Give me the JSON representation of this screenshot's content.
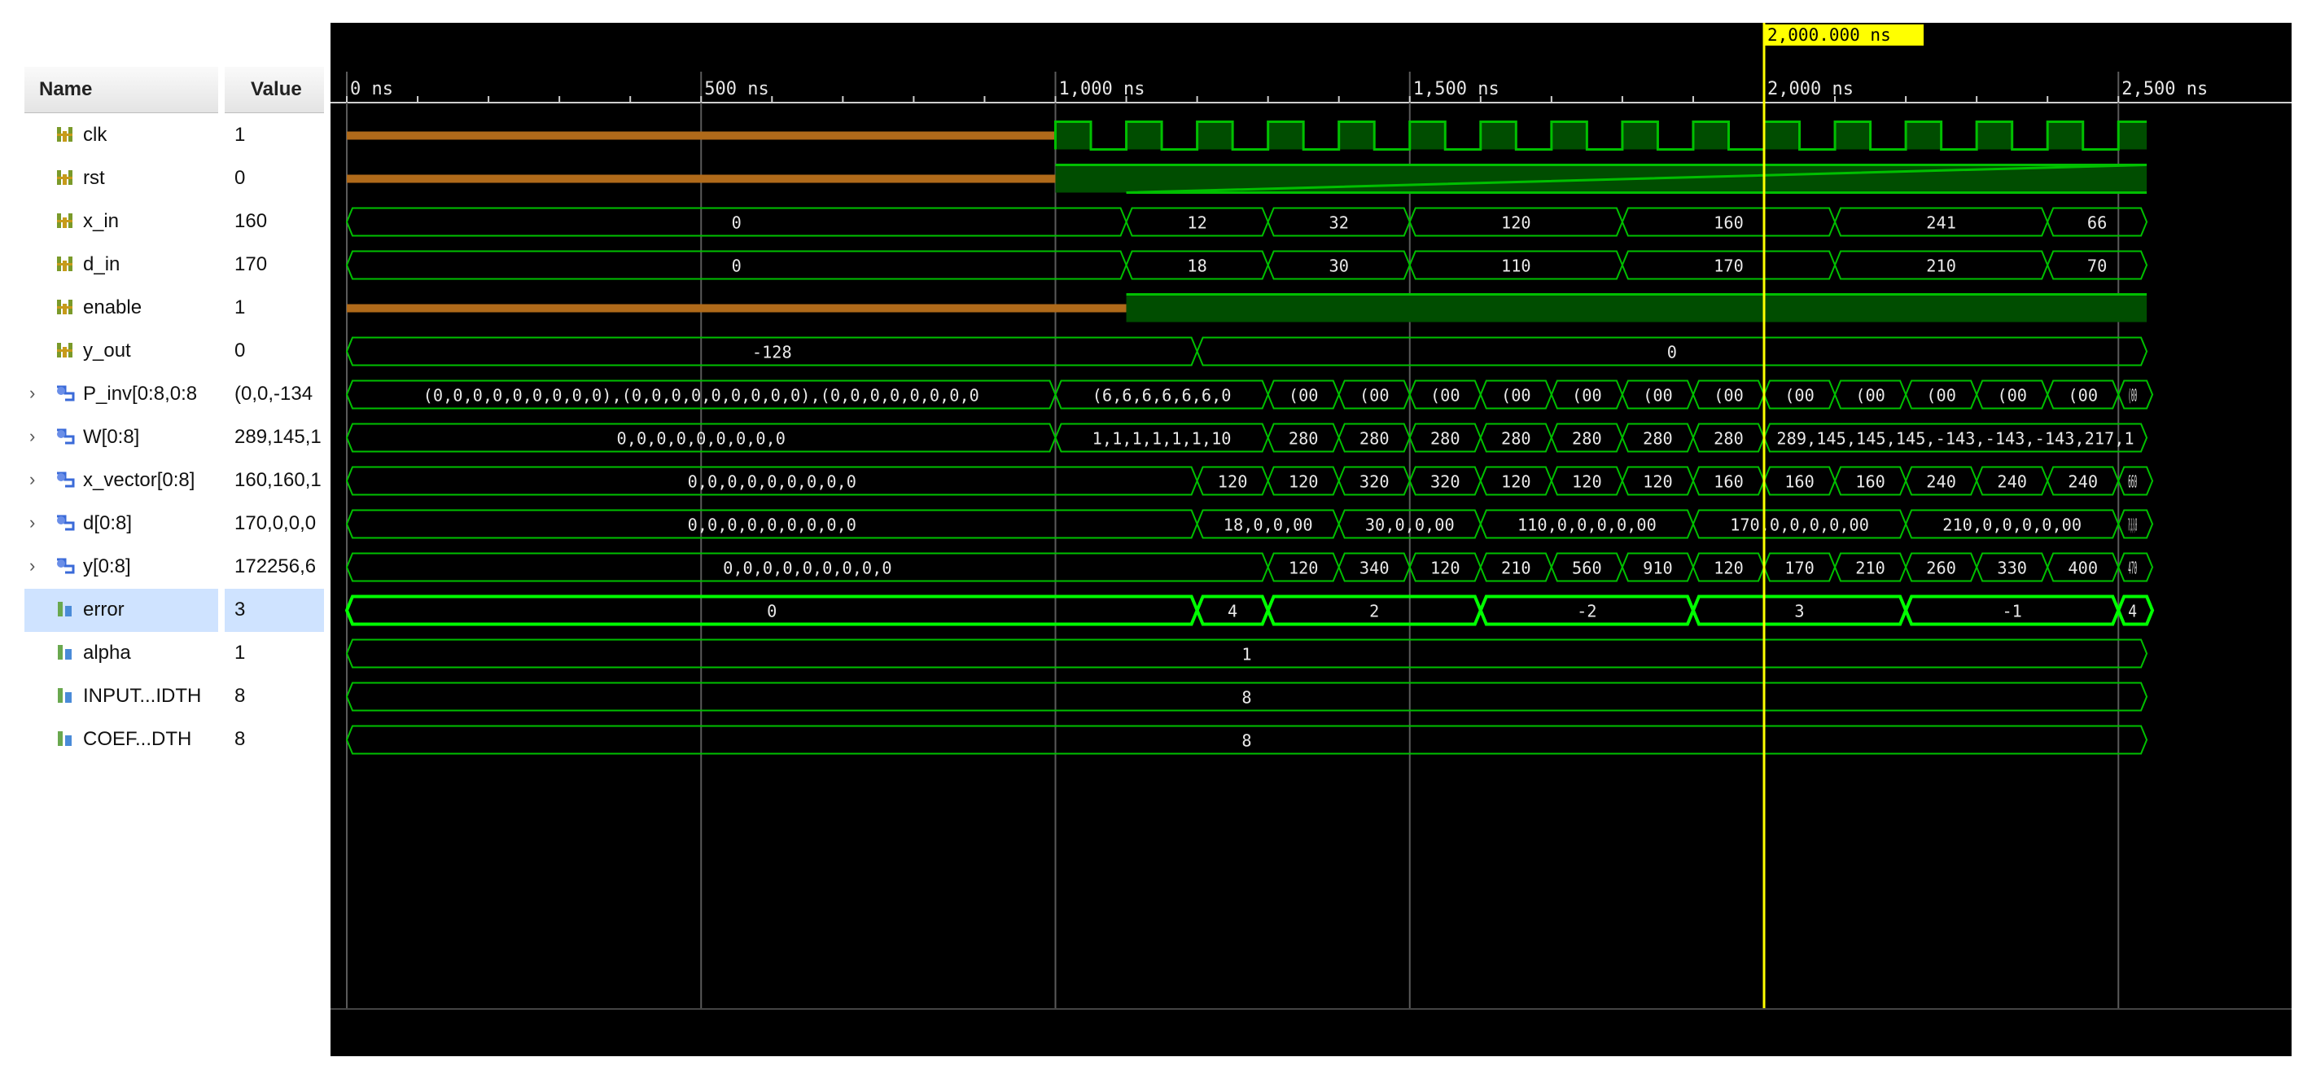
{
  "panel": {
    "name_header": "Name",
    "value_header": "Value"
  },
  "signals": [
    {
      "name": "clk",
      "value": "1",
      "icon": "scalar-signal-icon"
    },
    {
      "name": "rst",
      "value": "0",
      "icon": "scalar-signal-icon"
    },
    {
      "name": "x_in",
      "value": "160",
      "icon": "bus-signal-icon"
    },
    {
      "name": "d_in",
      "value": "170",
      "icon": "bus-signal-icon"
    },
    {
      "name": "enable",
      "value": "1",
      "icon": "scalar-signal-icon"
    },
    {
      "name": "y_out",
      "value": "0",
      "icon": "bus-signal-icon"
    },
    {
      "name": "P_inv[0:8,0:8",
      "value": "(0,0,-134",
      "icon": "array-signal-icon",
      "expand": "›"
    },
    {
      "name": "W[0:8]",
      "value": "289,145,1",
      "icon": "array-signal-icon",
      "expand": "›"
    },
    {
      "name": "x_vector[0:8]",
      "value": "160,160,1",
      "icon": "array-signal-icon",
      "expand": "›"
    },
    {
      "name": "d[0:8]",
      "value": "170,0,0,0",
      "icon": "array-signal-icon",
      "expand": "›"
    },
    {
      "name": "y[0:8]",
      "value": "172256,6",
      "icon": "array-signal-icon",
      "expand": "›"
    },
    {
      "name": "error",
      "value": "3",
      "icon": "parameter-icon",
      "selected": true
    },
    {
      "name": "alpha",
      "value": "1",
      "icon": "parameter-icon"
    },
    {
      "name": "INPUT...IDTH",
      "value": "8",
      "icon": "parameter-icon"
    },
    {
      "name": "COEF...DTH",
      "value": "8",
      "icon": "parameter-icon"
    }
  ],
  "timeline": {
    "cursor_label": "2,000.000 ns",
    "cursor_time_ns": 2000,
    "max_ns": 2540,
    "ticks": [
      {
        "ns": 0,
        "label": "0 ns"
      },
      {
        "ns": 500,
        "label": "500 ns"
      },
      {
        "ns": 1000,
        "label": "1,000 ns"
      },
      {
        "ns": 1500,
        "label": "1,500 ns"
      },
      {
        "ns": 2000,
        "label": "2,000 ns"
      },
      {
        "ns": 2500,
        "label": "2,500 ns"
      }
    ]
  },
  "waves": {
    "clk": {
      "kind": "clock",
      "undefined_until_ns": 1000,
      "period_ns": 100,
      "high_first": true
    },
    "rst": {
      "kind": "bit",
      "segments": [
        {
          "from": 0,
          "to": 1000,
          "val": "X"
        },
        {
          "from": 1000,
          "to": 100000,
          "val": "1"
        },
        {
          "from": 1100,
          "to": 2540,
          "val": "0"
        }
      ]
    },
    "x_in": {
      "kind": "bus",
      "segments": [
        {
          "from": 0,
          "to": 1100,
          "label": "0"
        },
        {
          "from": 1100,
          "to": 1300,
          "label": "12"
        },
        {
          "from": 1300,
          "to": 1500,
          "label": "32"
        },
        {
          "from": 1500,
          "to": 1800,
          "label": "120"
        },
        {
          "from": 1800,
          "to": 2100,
          "label": "160"
        },
        {
          "from": 2100,
          "to": 2400,
          "label": "241"
        },
        {
          "from": 2400,
          "to": 2540,
          "label": "66"
        }
      ]
    },
    "d_in": {
      "kind": "bus",
      "segments": [
        {
          "from": 0,
          "to": 1100,
          "label": "0"
        },
        {
          "from": 1100,
          "to": 1300,
          "label": "18"
        },
        {
          "from": 1300,
          "to": 1500,
          "label": "30"
        },
        {
          "from": 1500,
          "to": 1800,
          "label": "110"
        },
        {
          "from": 1800,
          "to": 2100,
          "label": "170"
        },
        {
          "from": 2100,
          "to": 2400,
          "label": "210"
        },
        {
          "from": 2400,
          "to": 2540,
          "label": "70"
        }
      ]
    },
    "enable": {
      "kind": "bit",
      "segments": [
        {
          "from": 0,
          "to": 1100,
          "val": "X"
        },
        {
          "from": 1100,
          "to": 2540,
          "val": "1"
        }
      ]
    },
    "y_out": {
      "kind": "bus",
      "segments": [
        {
          "from": 0,
          "to": 1200,
          "label": "-128"
        },
        {
          "from": 1200,
          "to": 2540,
          "label": "0"
        }
      ]
    },
    "P_inv": {
      "kind": "bus",
      "segments": [
        {
          "from": 0,
          "to": 1000,
          "label": "(0,0,0,0,0,0,0,0,0),(0,0,0,0,0,0,0,0,0),(0,0,0,0,0,0,0,0"
        },
        {
          "from": 1000,
          "to": 1300,
          "label": "(6,6,6,6,6,6,0"
        },
        {
          "from": 1300,
          "to": 1400,
          "label": "(00"
        },
        {
          "from": 1400,
          "to": 1500,
          "label": "(00"
        },
        {
          "from": 1500,
          "to": 1600,
          "label": "(00"
        },
        {
          "from": 1600,
          "to": 1700,
          "label": "(00"
        },
        {
          "from": 1700,
          "to": 1800,
          "label": "(00"
        },
        {
          "from": 1800,
          "to": 1900,
          "label": "(00"
        },
        {
          "from": 1900,
          "to": 2000,
          "label": "(00"
        },
        {
          "from": 2000,
          "to": 2100,
          "label": "(00"
        },
        {
          "from": 2100,
          "to": 2200,
          "label": "(00"
        },
        {
          "from": 2200,
          "to": 2300,
          "label": "(00"
        },
        {
          "from": 2300,
          "to": 2400,
          "label": "(00"
        },
        {
          "from": 2400,
          "to": 2500,
          "label": "(00"
        },
        {
          "from": 2500,
          "to": 2600,
          "label": "(00"
        }
      ]
    },
    "W": {
      "kind": "bus",
      "segments": [
        {
          "from": 0,
          "to": 1000,
          "label": "0,0,0,0,0,0,0,0,0"
        },
        {
          "from": 1000,
          "to": 1300,
          "label": "1,1,1,1,1,1,10"
        },
        {
          "from": 1300,
          "to": 1400,
          "label": "280"
        },
        {
          "from": 1400,
          "to": 1500,
          "label": "280"
        },
        {
          "from": 1500,
          "to": 1600,
          "label": "280"
        },
        {
          "from": 1600,
          "to": 1700,
          "label": "280"
        },
        {
          "from": 1700,
          "to": 1800,
          "label": "280"
        },
        {
          "from": 1800,
          "to": 1900,
          "label": "280"
        },
        {
          "from": 1900,
          "to": 2000,
          "label": "280"
        },
        {
          "from": 2000,
          "to": 2540,
          "label": "289,145,145,145,-143,-143,-143,217,1"
        }
      ]
    },
    "x_vector": {
      "kind": "bus",
      "segments": [
        {
          "from": 0,
          "to": 1200,
          "label": "0,0,0,0,0,0,0,0,0"
        },
        {
          "from": 1200,
          "to": 1300,
          "label": "120"
        },
        {
          "from": 1300,
          "to": 1400,
          "label": "120"
        },
        {
          "from": 1400,
          "to": 1500,
          "label": "320"
        },
        {
          "from": 1500,
          "to": 1600,
          "label": "320"
        },
        {
          "from": 1600,
          "to": 1700,
          "label": "120"
        },
        {
          "from": 1700,
          "to": 1800,
          "label": "120"
        },
        {
          "from": 1800,
          "to": 1900,
          "label": "120"
        },
        {
          "from": 1900,
          "to": 2000,
          "label": "160"
        },
        {
          "from": 2000,
          "to": 2100,
          "label": "160"
        },
        {
          "from": 2100,
          "to": 2200,
          "label": "160"
        },
        {
          "from": 2200,
          "to": 2300,
          "label": "240"
        },
        {
          "from": 2300,
          "to": 2400,
          "label": "240"
        },
        {
          "from": 2400,
          "to": 2500,
          "label": "240"
        },
        {
          "from": 2500,
          "to": 2600,
          "label": "660"
        },
        {
          "from": 2600,
          "to": 2700,
          "label": "660"
        }
      ]
    },
    "d": {
      "kind": "bus",
      "segments": [
        {
          "from": 0,
          "to": 1200,
          "label": "0,0,0,0,0,0,0,0,0"
        },
        {
          "from": 1200,
          "to": 1400,
          "label": "18,0,0,00"
        },
        {
          "from": 1400,
          "to": 1600,
          "label": "30,0,0,00"
        },
        {
          "from": 1600,
          "to": 1900,
          "label": "110,0,0,0,0,00"
        },
        {
          "from": 1900,
          "to": 2200,
          "label": "170,0,0,0,0,00"
        },
        {
          "from": 2200,
          "to": 2500,
          "label": "210,0,0,0,0,00"
        },
        {
          "from": 2500,
          "to": 2640,
          "label": "70,0,0,00"
        }
      ]
    },
    "y": {
      "kind": "bus",
      "segments": [
        {
          "from": 0,
          "to": 1300,
          "label": "0,0,0,0,0,0,0,0,0"
        },
        {
          "from": 1300,
          "to": 1400,
          "label": "120"
        },
        {
          "from": 1400,
          "to": 1500,
          "label": "340"
        },
        {
          "from": 1500,
          "to": 1600,
          "label": "120"
        },
        {
          "from": 1600,
          "to": 1700,
          "label": "210"
        },
        {
          "from": 1700,
          "to": 1800,
          "label": "560"
        },
        {
          "from": 1800,
          "to": 1900,
          "label": "910"
        },
        {
          "from": 1900,
          "to": 2000,
          "label": "120"
        },
        {
          "from": 2000,
          "to": 2100,
          "label": "170"
        },
        {
          "from": 2100,
          "to": 2200,
          "label": "210"
        },
        {
          "from": 2200,
          "to": 2300,
          "label": "260"
        },
        {
          "from": 2300,
          "to": 2400,
          "label": "330"
        },
        {
          "from": 2400,
          "to": 2500,
          "label": "400"
        },
        {
          "from": 2500,
          "to": 2600,
          "label": "470"
        },
        {
          "from": 2600,
          "to": 2700,
          "label": "490"
        }
      ]
    },
    "error": {
      "kind": "bus",
      "highlight": true,
      "segments": [
        {
          "from": 0,
          "to": 1200,
          "label": "0"
        },
        {
          "from": 1200,
          "to": 1300,
          "label": "4"
        },
        {
          "from": 1300,
          "to": 1600,
          "label": "2"
        },
        {
          "from": 1600,
          "to": 1900,
          "label": "-2"
        },
        {
          "from": 1900,
          "to": 2200,
          "label": "3"
        },
        {
          "from": 2200,
          "to": 2500,
          "label": "-1"
        },
        {
          "from": 2500,
          "to": 2640,
          "label": "4"
        }
      ]
    },
    "alpha": {
      "kind": "bus",
      "segments": [
        {
          "from": 0,
          "to": 2540,
          "label": "1"
        }
      ]
    },
    "INPUT": {
      "kind": "bus",
      "segments": [
        {
          "from": 0,
          "to": 2540,
          "label": "8"
        }
      ]
    },
    "COEF": {
      "kind": "bus",
      "segments": [
        {
          "from": 0,
          "to": 2540,
          "label": "8"
        }
      ]
    }
  },
  "colors": {
    "wave_green": "#00c000",
    "wave_fill": "#004d00",
    "undefined_orange": "#b06a1a",
    "cursor_yellow": "#ffff00",
    "selected_highlight": "#00ff00",
    "grid": "#3a3a3a",
    "text": "#e8e8e8"
  }
}
